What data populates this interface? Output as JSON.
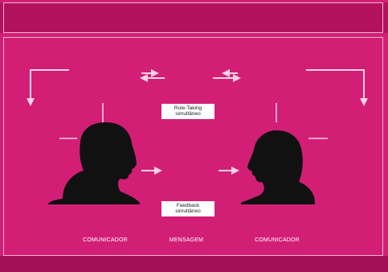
{
  "diagram": {
    "context_label": "",
    "bottom_label": "",
    "left_supports": "",
    "right_supports": "",
    "top_middle": "",
    "left_receiver": "",
    "right_receiver": "",
    "channel_label": "",
    "turn_taking": "Role-Taking simultâneo",
    "feedback": "Feedback simultâneo",
    "communicator_left": "COMUNICADOR",
    "message": "MENSAGEM",
    "communicator_right": "COMUNICADOR",
    "colors": {
      "background": "#d21f75",
      "accent_light": "#f7a9cc",
      "silhouette": "#111111",
      "label_bg": "#ffffff"
    }
  }
}
